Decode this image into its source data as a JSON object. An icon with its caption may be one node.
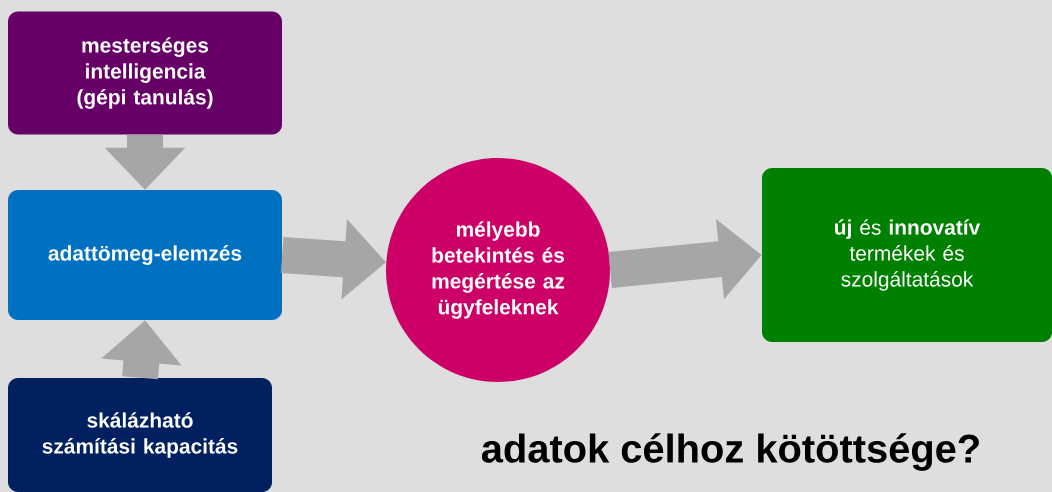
{
  "diagram": {
    "nodes": [
      {
        "text": [
          "mesterséges intelligencia (gépi tanulás)"
        ]
      },
      {
        "text": [
          "adattömeg-elemzés"
        ]
      },
      {
        "text": [
          "skálázható számítási kapacitás"
        ]
      },
      {
        "text": [
          "mélyebb betekintés és megértése az ügyfeleknek"
        ]
      },
      {
        "text": [
          "**új** és **innovatív** termékek és szolgáltatások"
        ]
      }
    ],
    "edges": [
      {
        "from": 0,
        "to": 1,
        "arrow": "to"
      },
      {
        "from": 2,
        "to": 1,
        "arrow": "to"
      },
      {
        "from": 1,
        "to": 3,
        "arrow": "to"
      },
      {
        "from": 3,
        "to": 4,
        "arrow": "to"
      }
    ],
    "labels": [
      "adatok célhoz kötöttsége?"
    ]
  }
}
